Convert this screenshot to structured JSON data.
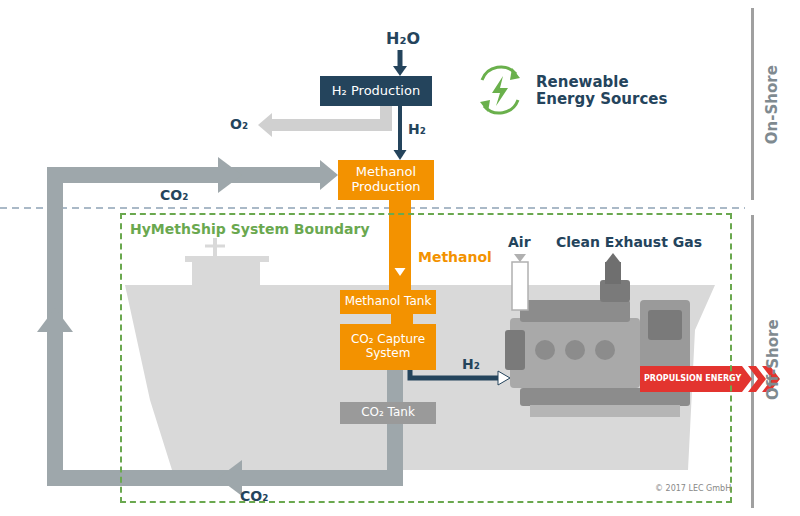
{
  "diagram": {
    "nodes": [
      {
        "text": [
          "H₂ Production"
        ]
      },
      {
        "text": [
          "Methanol Production"
        ]
      },
      {
        "text": [
          "HyMethShip System Boundary"
        ]
      },
      {
        "text": [
          "Methanol Tank"
        ],
        "in": 2
      },
      {
        "text": [
          "CO₂ Capture System"
        ],
        "in": 2
      },
      {
        "text": [
          "CO₂ Tank"
        ],
        "in": 2
      }
    ],
    "edges": [
      {
        "from": 0,
        "to": 1,
        "arrow": "to",
        "label": "H₂"
      },
      {
        "from": 1,
        "to": 3,
        "arrow": "to",
        "label": "Methanol"
      },
      {
        "from": 3,
        "to": 4,
        "arrow": "none"
      },
      {
        "from": 4,
        "to": 5,
        "arrow": "none"
      },
      {
        "from": 5,
        "to": 1,
        "arrow": "to",
        "label": "CO₂"
      }
    ],
    "labels": [
      "H₂O",
      "O₂",
      "Renewable Energy Sources",
      "Air",
      "Clean Exhaust Gas",
      "H₂",
      "PROPULSION ENERGY",
      "CO₂",
      "On-Shore",
      "Off-Shore",
      "© 2017 LEC GmbH"
    ]
  }
}
